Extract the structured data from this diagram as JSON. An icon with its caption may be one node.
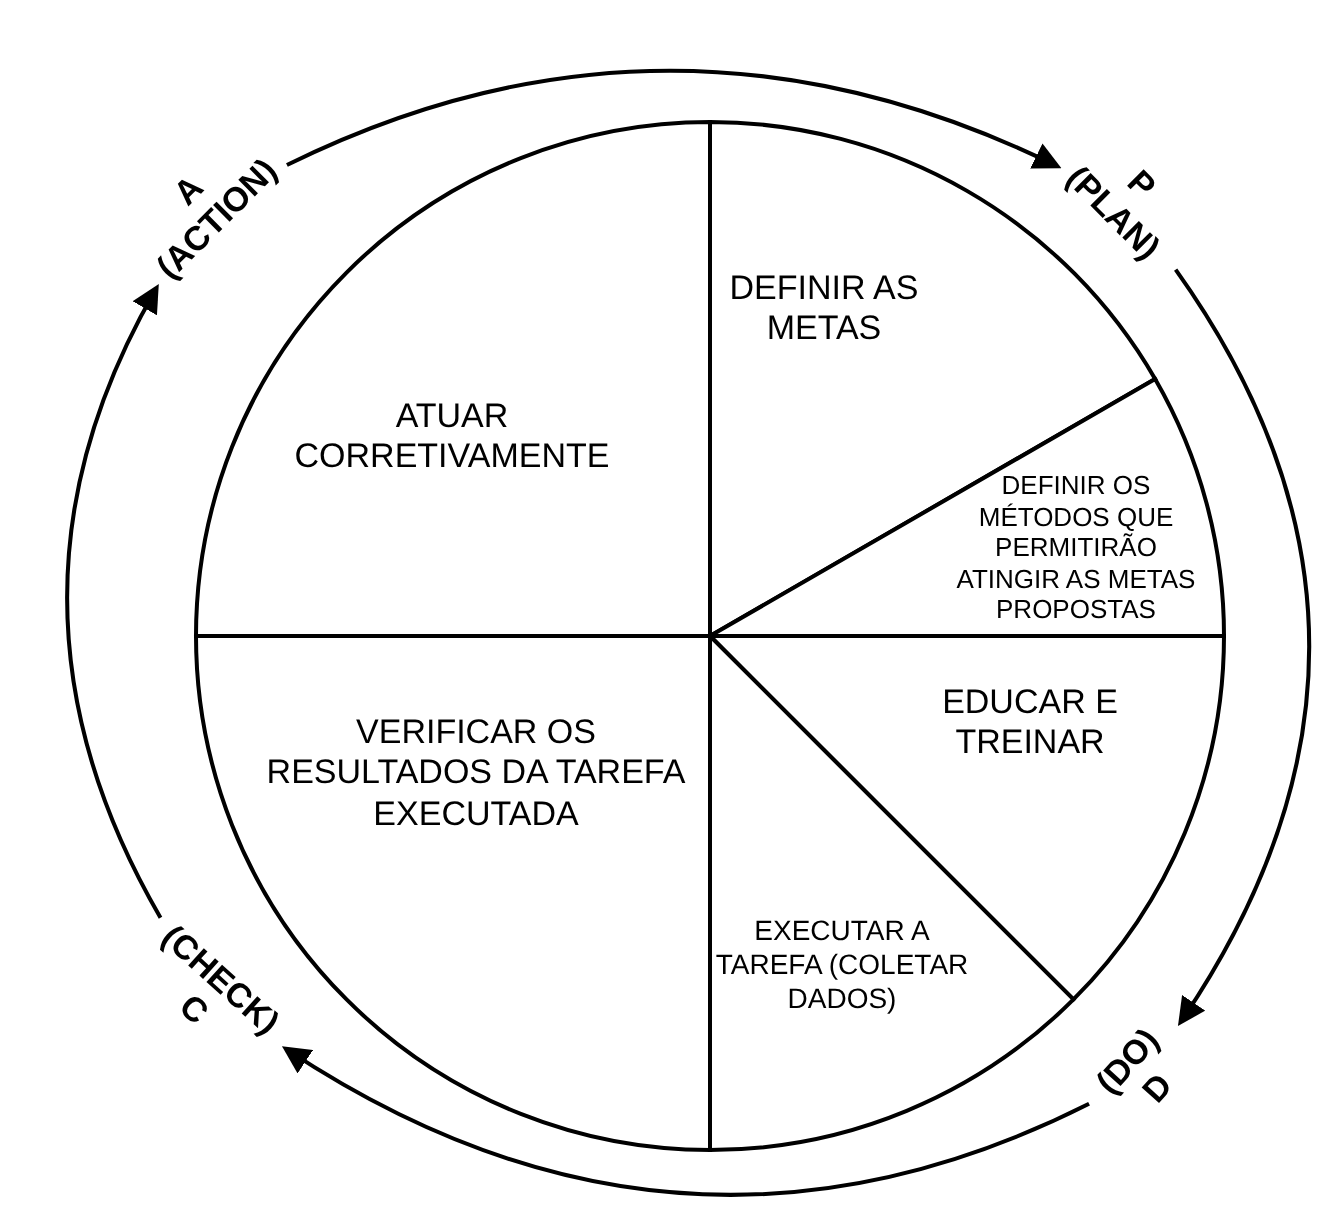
{
  "diagram": {
    "nodes": [
      {
        "text": [
          "A (ACTION)"
        ]
      },
      {
        "text": [
          "P (PLAN)"
        ]
      },
      {
        "text": [
          "(DO) D"
        ]
      },
      {
        "text": [
          "(CHECK) C"
        ]
      },
      {
        "text": [
          "DEFINIR AS METAS"
        ]
      },
      {
        "text": [
          "DEFINIR OS MÉTODOS QUE PERMITIRÃO ATINGIR AS METAS PROPOSTAS"
        ]
      },
      {
        "text": [
          "EDUCAR E TREINAR"
        ]
      },
      {
        "text": [
          "EXECUTAR A TAREFA (COLETAR DADOS)"
        ]
      },
      {
        "text": [
          "VERIFICAR OS RESULTADOS DA TAREFA EXECUTADA"
        ]
      },
      {
        "text": [
          "ATUAR CORRETIVAMENTE"
        ]
      }
    ],
    "edges": [
      {
        "from": 0,
        "to": 1,
        "arrow": "to"
      },
      {
        "from": 1,
        "to": 2,
        "arrow": "to"
      },
      {
        "from": 2,
        "to": 3,
        "arrow": "to"
      },
      {
        "from": 3,
        "to": 0,
        "arrow": "to"
      }
    ]
  }
}
